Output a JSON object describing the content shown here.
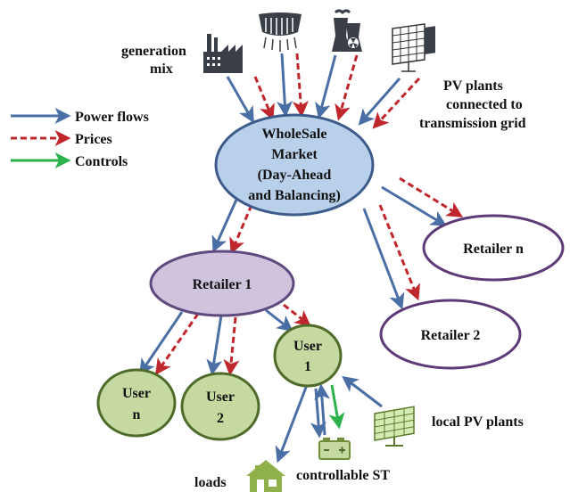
{
  "labels": {
    "generation_mix_line1": "generation",
    "generation_mix_line2": "mix",
    "pv_grid_line1": "PV plants",
    "pv_grid_line2": "connected to",
    "pv_grid_line3": "transmission grid",
    "local_pv": "local PV plants",
    "loads": "loads",
    "controllable_st": "controllable ST"
  },
  "legend": {
    "power": "Power flows",
    "prices": "Prices",
    "controls": "Controls"
  },
  "nodes": {
    "wholesale_line1": "WholeSale",
    "wholesale_line2": "Market",
    "wholesale_line3": "(Day-Ahead",
    "wholesale_line4": "and Balancing)",
    "retailer1": "Retailer 1",
    "retailer2": "Retailer 2",
    "retailern": "Retailer n",
    "usern_line1": "User",
    "usern_line2": "n",
    "user2_line1": "User",
    "user2_line2": "2",
    "user1_line1": "User",
    "user1_line2": "1"
  },
  "colors": {
    "power": "#4a6fa5",
    "prices": "#c0272d",
    "controls": "#2bb24c",
    "wholesale_fill": "#b9d0ea",
    "wholesale_stroke": "#3c5a8a",
    "retailer1_fill": "#cfc3de",
    "retailer1_stroke": "#5e4a7e",
    "retailer_outline": "#5e3a78",
    "user_fill": "#c6d9a0",
    "user_stroke": "#4e6b2a"
  },
  "icons": [
    "factory-icon",
    "cooling-tower-icon",
    "nuclear-plant-icon",
    "solar-panel-icon",
    "house-icon",
    "battery-icon"
  ]
}
